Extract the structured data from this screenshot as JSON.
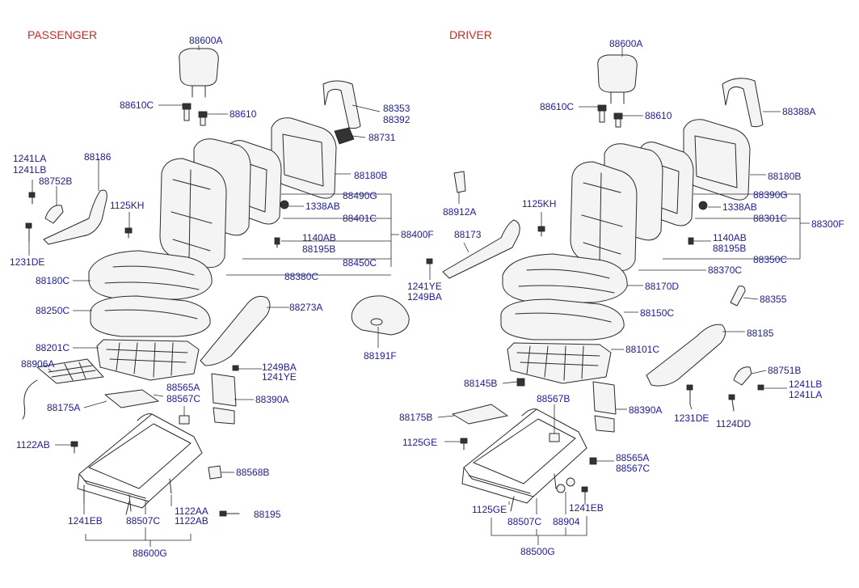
{
  "colors": {
    "label": "#1a1aa6",
    "side_title": "#e0221c",
    "line": "#2a2a2a",
    "background": "#ffffff"
  },
  "passenger": {
    "title": "PASSENGER",
    "labels": {
      "headrest": "88600A",
      "guide_left": "88610C",
      "guide_right": "88610",
      "wire_cover": "88353",
      "wire_cover_b": "88392",
      "trim_clip": "88731",
      "back_frame": "88180B",
      "back_pad": "88490G",
      "grommet": "1338AB",
      "back_cover": "88401C",
      "back_assy": "88400F",
      "screw_a": "1140AB",
      "screw_b": "88195B",
      "back_lower": "88450C",
      "back_outer": "88380C",
      "bolt_top_a": "1241LA",
      "bolt_top_b": "1241LB",
      "knob": "88752B",
      "recliner_cover": "88186",
      "screw_kh": "1125KH",
      "bolt_de": "1231DE",
      "cushion_cover": "88180C",
      "cushion_pad": "88250C",
      "cushion_pan": "88201C",
      "side_shield": "88273A",
      "bolt_ba": "1249BA",
      "bolt_ye": "1241YE",
      "heater_mat": "88906A",
      "heater_sw_a": "88565A",
      "heater_sw_b": "88567C",
      "mat_pad": "88175A",
      "pocket": "88390A",
      "bolt_ab": "1122AB",
      "track_bracket": "88568B",
      "bolt_eb": "1241EB",
      "track_cover": "88507C",
      "bolt_aa": "1122AA",
      "bolt_ab2": "1122AB",
      "bolt_195": "88195",
      "track_assy": "88600G"
    }
  },
  "driver": {
    "title": "DRIVER",
    "labels": {
      "headrest": "88600A",
      "guide_left": "88610C",
      "guide_right": "88610",
      "wire_cover": "88388A",
      "back_frame": "88180B",
      "back_pad": "88390G",
      "grommet": "1338AB",
      "back_cover": "88301C",
      "back_assy": "88300F",
      "screw_a": "1140AB",
      "screw_b": "88195B",
      "back_lower": "88350C",
      "back_outer": "88370C",
      "lumbar_sw": "88912A",
      "screw_kh": "1125KH",
      "lever": "88173",
      "bolt_ye": "1241YE",
      "bolt_ba": "1249BA",
      "cushion_cover": "88170D",
      "cushion_pad": "88150C",
      "cushion_pan": "88101C",
      "lever_knob": "88355",
      "side_shield": "88185",
      "knob": "88751B",
      "bolt_lb": "1241LB",
      "bolt_la": "1241LA",
      "bolt_de": "1231DE",
      "bolt_dd": "1124DD",
      "floor_pad": "88191F",
      "clip_b": "88145B",
      "heater_sw_b": "88567B",
      "pocket": "88390A",
      "mat_pad": "88175B",
      "screw_ge": "1125GE",
      "heater_sw_a": "88565A",
      "heater_sw_c": "88567C",
      "screw_ge2": "1125GE",
      "track_cover": "88507C",
      "motor": "88904",
      "bolt_eb": "1241EB",
      "track_assy": "88500G"
    }
  }
}
